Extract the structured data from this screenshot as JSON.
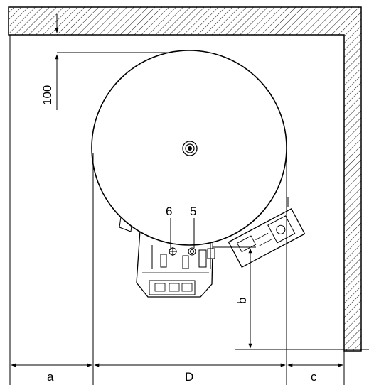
{
  "labels": {
    "dim_top": "100",
    "dim_a": "a",
    "dim_d": "D",
    "dim_c": "c",
    "dim_b": "b",
    "part_6": "6",
    "part_5": "5"
  }
}
